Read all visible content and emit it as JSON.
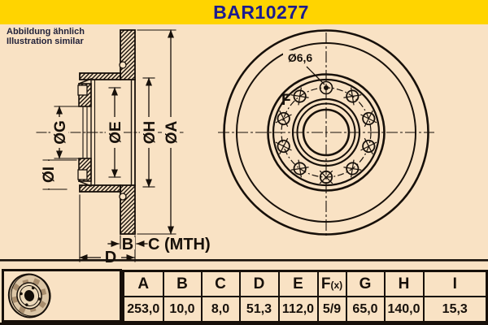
{
  "banner": {
    "title": "BAR10277"
  },
  "note": {
    "line1": "Abbildung ähnlich",
    "line2": "Illustration similar"
  },
  "drawing": {
    "dims": {
      "A": "ØA",
      "E": "ØE",
      "G": "ØG",
      "H": "ØH",
      "I": "ØI",
      "B": "B",
      "C": "C (MTH)",
      "D": "D"
    },
    "front": {
      "hole_label": "Ø6,6",
      "bolt_circle_label": "F"
    }
  },
  "table": {
    "headers": [
      "A",
      "B",
      "C",
      "D",
      "E",
      "F",
      "G",
      "H",
      "I"
    ],
    "f_suffix": "(x)",
    "values": [
      "253,0",
      "10,0",
      "8,0",
      "51,3",
      "112,0",
      "5/9",
      "65,0",
      "140,0",
      "15,3"
    ]
  },
  "colors": {
    "background": "#f9e2c4",
    "banner_yellow": "#ffd400",
    "title_blue": "#1b1b8f",
    "ink": "#17100a"
  }
}
